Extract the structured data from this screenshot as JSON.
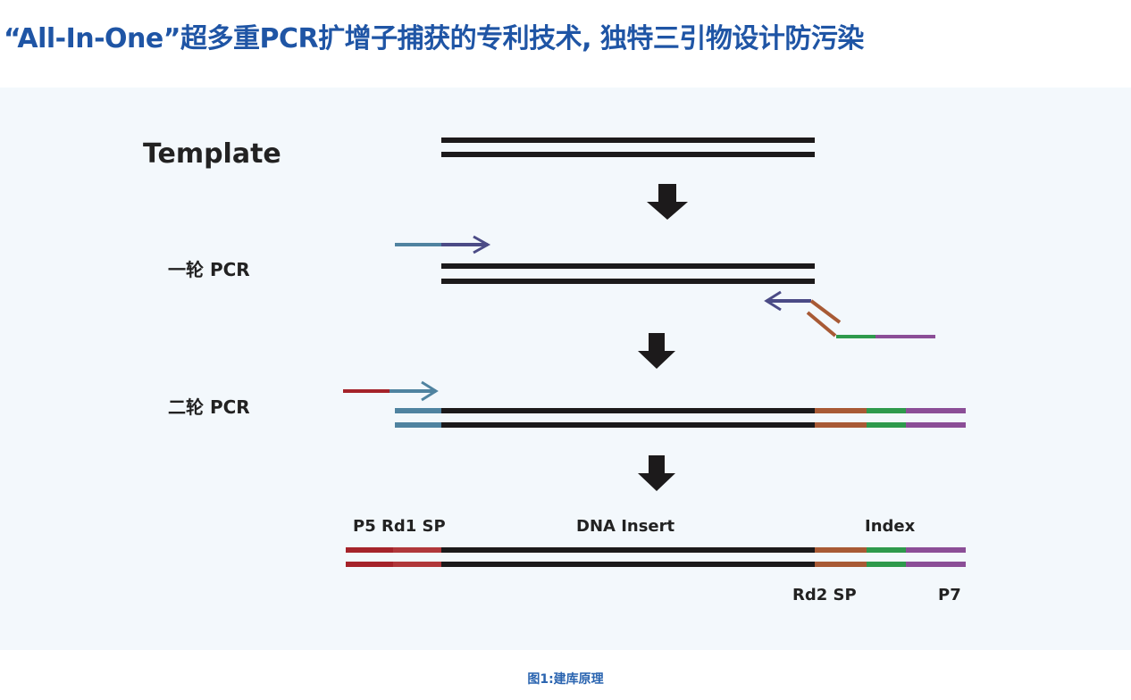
{
  "title": "“All-In-One”超多重PCR扩增子捕获的专利技术, 独特三引物设计防污染",
  "diagram": {
    "template_label": "Template",
    "round1_label": "一轮 PCR",
    "round2_label": "二轮 PCR",
    "segments": {
      "p5_rd1": "P5 Rd1 SP",
      "insert": "DNA Insert",
      "index": "Index",
      "rd2": "Rd2 SP",
      "p7": "P7"
    },
    "colors": {
      "strand": "#1c1a1b",
      "teal": "#4f83a0",
      "purple_primer": "#4b4b86",
      "brown": "#a85a35",
      "green": "#2e9a4c",
      "purple": "#8b4e97",
      "red": "#a5232a",
      "red2": "#b0373a"
    }
  },
  "caption": "图1:建库原理"
}
